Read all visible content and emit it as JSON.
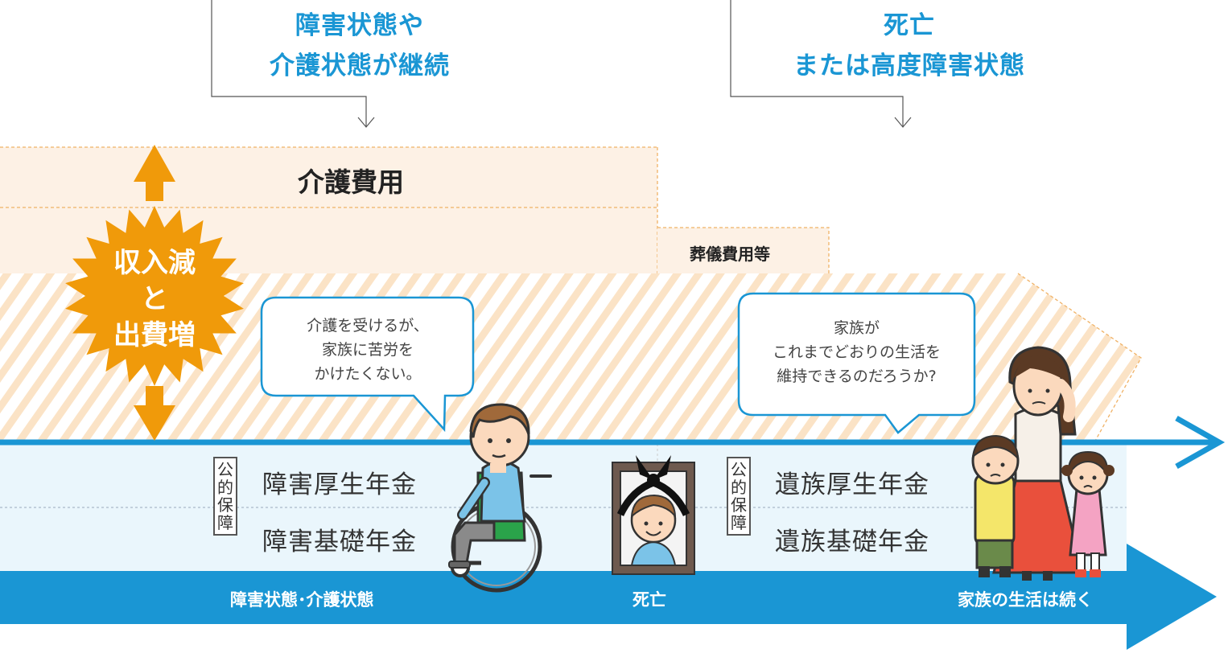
{
  "headings": {
    "continued_state": [
      "障害状態や",
      "介護状態が継続"
    ],
    "death_state": [
      "死亡",
      "または高度障害状態"
    ]
  },
  "costs": {
    "care_cost": "介護費用",
    "funeral_cost": "葬儀費用等"
  },
  "burst": [
    "収入減",
    "と",
    "出費増"
  ],
  "bubbles": {
    "patient": [
      "介護を受けるが、",
      "家族に苦労を",
      "かけたくない。"
    ],
    "family": [
      "家族が",
      "これまでどおりの生活を",
      "維持できるのだろうか?"
    ]
  },
  "public_security": {
    "label_chars": [
      "公",
      "的",
      "保",
      "障"
    ],
    "disability": [
      "障害厚生年金",
      "障害基礎年金"
    ],
    "survivor": [
      "遺族厚生年金",
      "遺族基礎年金"
    ]
  },
  "timeline": [
    "障害状態･介護状態",
    "死亡",
    "家族の生活は続く"
  ],
  "colors": {
    "accent_blue": "#1a96d4",
    "orange": "#f09a0a",
    "care_bg": "#fdf1e5",
    "band_bg": "#eaf6fc"
  }
}
